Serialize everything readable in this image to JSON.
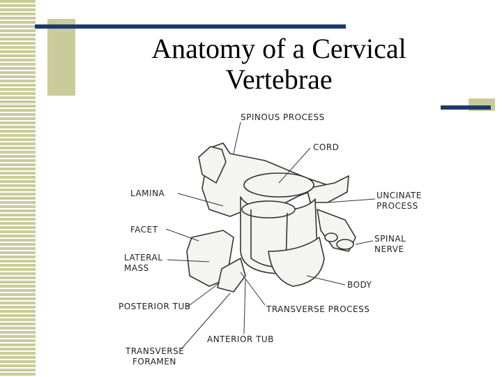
{
  "slide": {
    "title_line1": "Anatomy of a Cervical",
    "title_line2": "Vertebrae"
  },
  "figure": {
    "labels": {
      "spinous_process": "SPINOUS PROCESS",
      "cord": "CORD",
      "lamina": "LAMINA",
      "uncinate_1": "UNCINATE",
      "uncinate_2": "PROCESS",
      "facet": "FACET",
      "spinal_1": "SPINAL",
      "spinal_2": "NERVE",
      "lateral_1": "LATERAL",
      "lateral_2": "MASS",
      "body": "BODY",
      "posterior_tub": "POSTERIOR TUB",
      "transverse_process": "TRANSVERSE PROCESS",
      "anterior_tub": "ANTERIOR TUB",
      "foramen_1": "TRANSVERSE",
      "foramen_2": "FORAMEN"
    }
  },
  "colors": {
    "accent_olive": "#c9cc9a",
    "accent_navy": "#1e3a6b"
  }
}
